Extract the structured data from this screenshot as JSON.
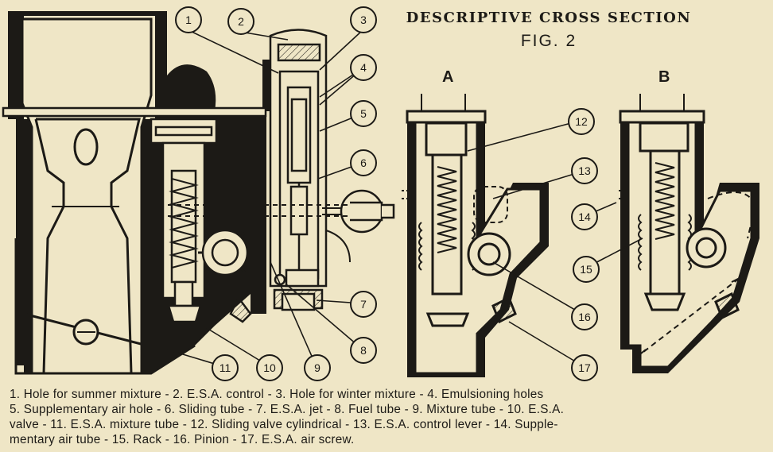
{
  "title": "DESCRIPTIVE CROSS SECTION",
  "figure": "FIG. 2",
  "views": {
    "a": "A",
    "b": "B"
  },
  "callouts": [
    "1",
    "2",
    "3",
    "4",
    "5",
    "6",
    "7",
    "8",
    "9",
    "10",
    "11",
    "12",
    "13",
    "14",
    "15",
    "16",
    "17"
  ],
  "caption_lines": [
    "1. Hole for summer mixture - 2. E.S.A. control - 3. Hole for winter mixture - 4. Emulsioning holes",
    "5. Supplementary air hole - 6. Sliding tube - 7. E.S.A. jet - 8. Fuel tube - 9. Mixture tube - 10. E.S.A.",
    "valve - 11. E.S.A. mixture tube - 12. Sliding valve cylindrical - 13. E.S.A. control lever - 14. Supple-",
    "mentary air tube - 15. Rack - 16. Pinion - 17. E.S.A. air screw."
  ],
  "colors": {
    "paper": "#efe6c6",
    "ink": "#1c1a16"
  }
}
